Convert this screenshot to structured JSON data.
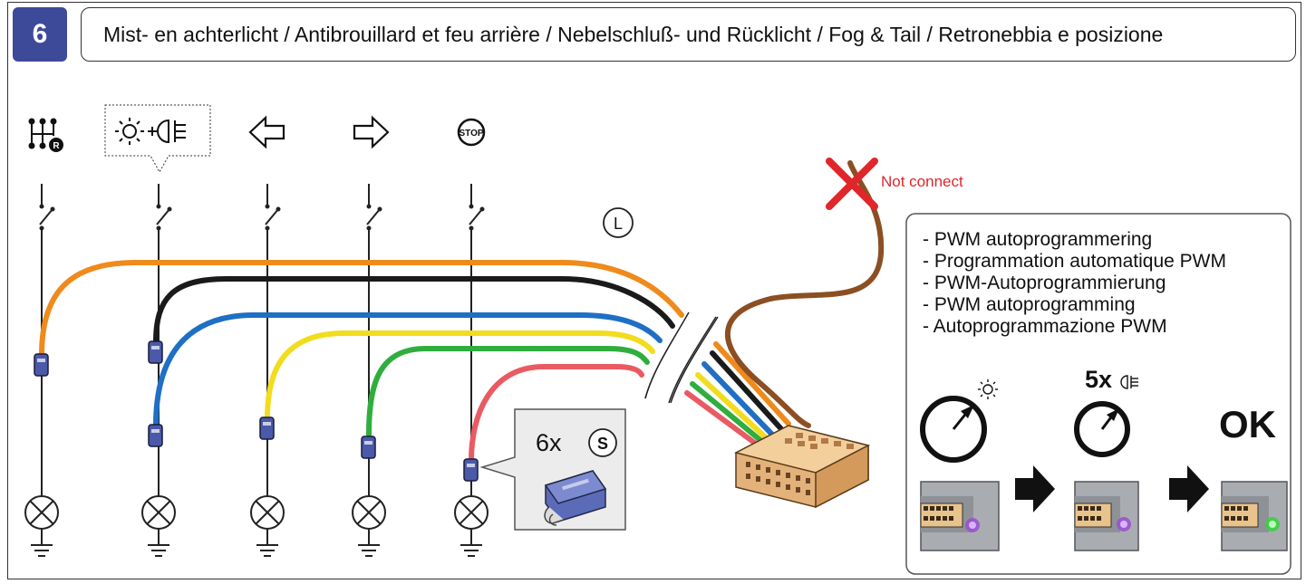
{
  "step": {
    "number": "6"
  },
  "title": "Mist- en achterlicht / Antibrouillard et feu arrière / Nebelschluß- und Rücklicht / Fog & Tail / Retronebbia e posizione",
  "labels": {
    "harness_letter": "L",
    "connector_letter": "S",
    "not_connect": "Not connect",
    "quantity": "6x",
    "presses": "5x",
    "ok": "OK",
    "stop": "STOP",
    "reverse": "R"
  },
  "programming_steps": [
    "- PWM autoprogrammering",
    "- Programmation automatique PWM",
    "- PWM-Autoprogrammierung",
    "- PWM autoprogramming",
    "- Autoprogrammazione PWM"
  ],
  "colors": {
    "badge": "#3d4a9a",
    "orange": "#ef8a1c",
    "black": "#1a1a1a",
    "blue": "#1f6fc4",
    "yellow": "#f2dc1e",
    "green": "#2fae3e",
    "red": "#ea5a63",
    "brown": "#8b4f23",
    "cross": "#e0262b",
    "led_purple": "#9a4fd0",
    "led_green": "#37d23c"
  },
  "icons": [
    "reverse-gear-icon",
    "position-fog-light-icon",
    "left-indicator-icon",
    "right-indicator-icon",
    "stop-icon"
  ]
}
